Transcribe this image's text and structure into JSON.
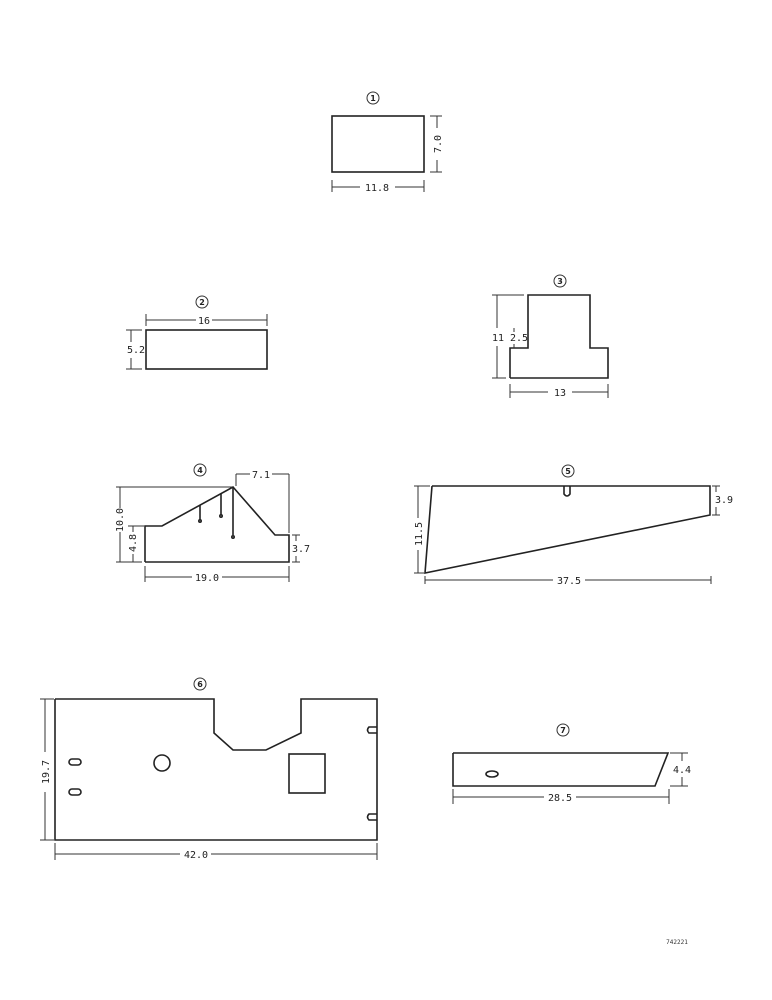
{
  "parts": [
    {
      "id": "1",
      "dims": [
        "11.8",
        "7.0"
      ]
    },
    {
      "id": "2",
      "dims": [
        "16",
        "5.2"
      ]
    },
    {
      "id": "3",
      "dims": [
        "11",
        "2.5",
        "13"
      ]
    },
    {
      "id": "4",
      "dims": [
        "7.1",
        "10.0",
        "4.8",
        "3.7",
        "19.0"
      ]
    },
    {
      "id": "5",
      "dims": [
        "11.5",
        "3.9",
        "37.5"
      ]
    },
    {
      "id": "6",
      "dims": [
        "19.7",
        "42.0"
      ]
    },
    {
      "id": "7",
      "dims": [
        "4.4",
        "28.5"
      ]
    }
  ],
  "drawing_ref": "742221"
}
